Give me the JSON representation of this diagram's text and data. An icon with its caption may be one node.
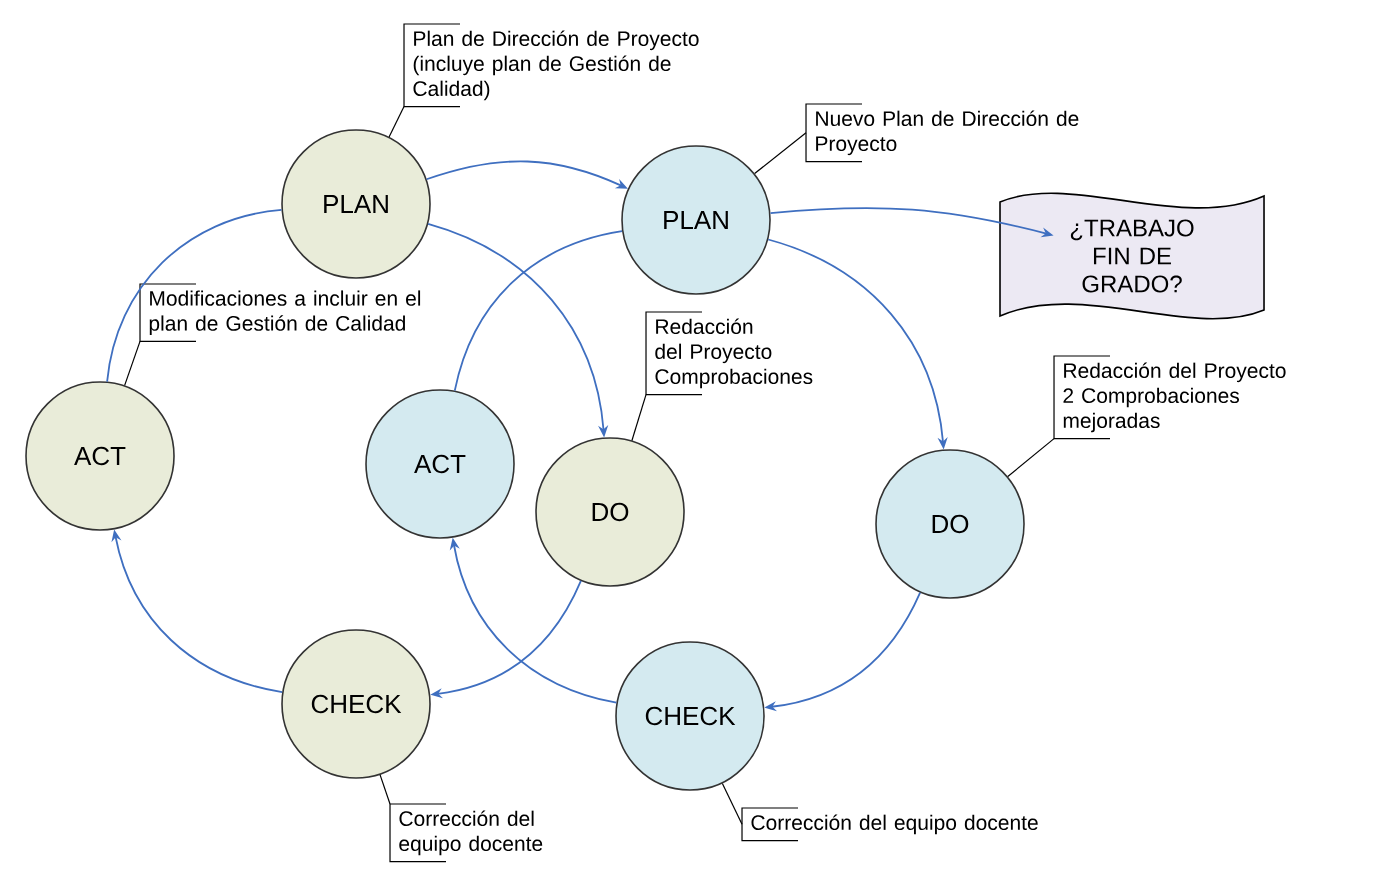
{
  "diagram": {
    "nodes": [
      {
        "text": [
          "PLAN"
        ]
      },
      {
        "text": [
          "DO"
        ]
      },
      {
        "text": [
          "CHECK"
        ]
      },
      {
        "text": [
          "ACT"
        ]
      },
      {
        "text": [
          "PLAN"
        ]
      },
      {
        "text": [
          "DO"
        ]
      },
      {
        "text": [
          "CHECK"
        ]
      },
      {
        "text": [
          "ACT"
        ]
      },
      {
        "text": [
          "¿TRABAJO FIN DE GRADO?"
        ]
      },
      {
        "text": [
          "Plan de Dirección de Proyecto (incluye plan de Gestión de Calidad)"
        ]
      },
      {
        "text": [
          "Nuevo Plan de Dirección de Proyecto"
        ]
      },
      {
        "text": [
          "Modificaciones a incluir en el plan de Gestión de Calidad"
        ]
      },
      {
        "text": [
          "Redacción del Proyecto Comprobaciones"
        ]
      },
      {
        "text": [
          "Redacción del Proyecto 2 Comprobaciones mejoradas"
        ]
      },
      {
        "text": [
          "Corrección del equipo docente"
        ]
      },
      {
        "text": [
          "Corrección del equipo docente"
        ]
      }
    ],
    "edges": [
      {
        "from": 0,
        "to": 1,
        "arrow": "to"
      },
      {
        "from": 1,
        "to": 2,
        "arrow": "to"
      },
      {
        "from": 2,
        "to": 3,
        "arrow": "to"
      },
      {
        "from": 3,
        "to": 0,
        "arrow": "none"
      },
      {
        "from": 0,
        "to": 4,
        "arrow": "to"
      },
      {
        "from": 4,
        "to": 5,
        "arrow": "to"
      },
      {
        "from": 5,
        "to": 6,
        "arrow": "to"
      },
      {
        "from": 6,
        "to": 7,
        "arrow": "to"
      },
      {
        "from": 7,
        "to": 4,
        "arrow": "none"
      },
      {
        "from": 4,
        "to": 8,
        "arrow": "to"
      },
      {
        "from": 9,
        "to": 0,
        "arrow": "none",
        "color": "#000000"
      },
      {
        "from": 10,
        "to": 4,
        "arrow": "none",
        "color": "#000000"
      },
      {
        "from": 11,
        "to": 3,
        "arrow": "none",
        "color": "#000000"
      },
      {
        "from": 12,
        "to": 1,
        "arrow": "none",
        "color": "#000000"
      },
      {
        "from": 13,
        "to": 5,
        "arrow": "none",
        "color": "#000000"
      },
      {
        "from": 14,
        "to": 2,
        "arrow": "none",
        "color": "#000000"
      },
      {
        "from": 15,
        "to": 6,
        "arrow": "none",
        "color": "#000000"
      }
    ]
  }
}
